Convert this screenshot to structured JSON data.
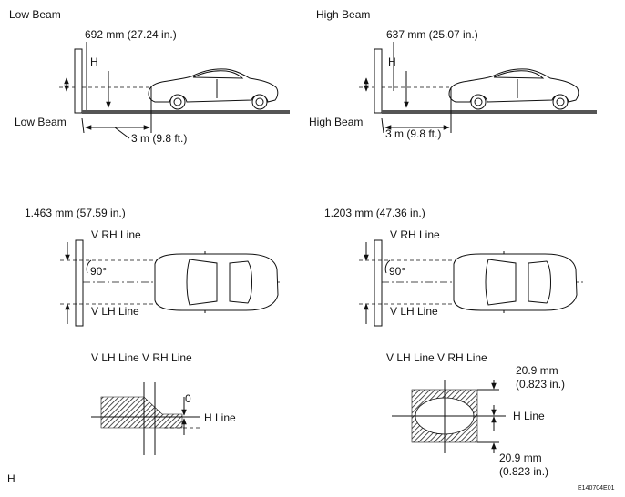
{
  "labels": {
    "low_beam_title": "Low Beam",
    "high_beam_title": "High Beam",
    "low_distance": "692 mm (27.24 in.)",
    "high_distance": "637 mm (25.07 in.)",
    "h_low": "H",
    "h_high": "H",
    "low_beam_side": "Low Beam",
    "high_beam_side": "High Beam",
    "three_m_low": "3 m (9.8 ft.)",
    "three_m_high": "3 m (9.8 ft.)",
    "width_left": "1.463 mm (57.59 in.)",
    "width_right": "1.203 mm (47.36 in.)",
    "v_rh_left": "V RH Line",
    "v_lh_left": "V LH Line",
    "v_rh_right": "V RH Line",
    "v_lh_right": "V LH Line",
    "angle_left": "90°",
    "angle_right": "90°",
    "vlh_vrh_left": "V LH Line V RH Line",
    "vlh_vrh_right": "V LH Line V RH Line",
    "zero": "0",
    "h_line_left": "H Line",
    "h_line_right": "H Line",
    "dim_top_1": "20.9 mm",
    "dim_top_2": "(0.823 in.)",
    "dim_bot_1": "20.9 mm",
    "dim_bot_2": "(0.823 in.)",
    "corner_h": "H",
    "figure_code": "E140704E01"
  }
}
